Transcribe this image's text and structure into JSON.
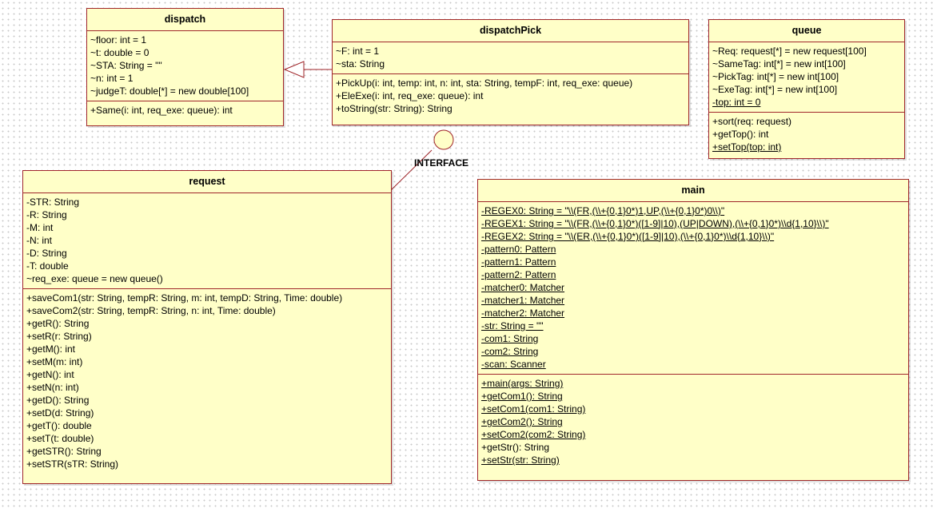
{
  "classes": {
    "dispatch": {
      "name": "dispatch",
      "attributes": [
        {
          "text": "~floor: int = 1",
          "static": false
        },
        {
          "text": "~t: double = 0",
          "static": false
        },
        {
          "text": "~STA: String = \"\"",
          "static": false
        },
        {
          "text": "~n: int = 1",
          "static": false
        },
        {
          "text": "~judgeT: double[*] = new double[100]",
          "static": false
        }
      ],
      "operations": [
        {
          "text": "+Same(i: int, req_exe: queue): int",
          "static": false
        }
      ]
    },
    "dispatchPick": {
      "name": "dispatchPick",
      "attributes": [
        {
          "text": "~F: int = 1",
          "static": false
        },
        {
          "text": "~sta: String",
          "static": false
        }
      ],
      "operations": [
        {
          "text": "+PickUp(i: int, temp: int, n: int, sta: String, tempF: int, req_exe: queue)",
          "static": false
        },
        {
          "text": "+EleExe(i: int, req_exe: queue): int",
          "static": false
        },
        {
          "text": "+toString(str: String): String",
          "static": false
        }
      ]
    },
    "queue": {
      "name": "queue",
      "attributes": [
        {
          "text": "~Req: request[*] = new request[100]",
          "static": false
        },
        {
          "text": "~SameTag: int[*] = new int[100]",
          "static": false
        },
        {
          "text": "~PickTag: int[*] = new int[100]",
          "static": false
        },
        {
          "text": "~ExeTag: int[*] = new int[100]",
          "static": false
        },
        {
          "text": "-top: int = 0",
          "static": true
        }
      ],
      "operations": [
        {
          "text": "+sort(req: request)",
          "static": false
        },
        {
          "text": "+getTop(): int",
          "static": false
        },
        {
          "text": "+setTop(top: int)",
          "static": true
        }
      ]
    },
    "request": {
      "name": "request",
      "attributes": [
        {
          "text": "-STR: String",
          "static": false
        },
        {
          "text": "-R: String",
          "static": false
        },
        {
          "text": "-M: int",
          "static": false
        },
        {
          "text": "-N: int",
          "static": false
        },
        {
          "text": "-D: String",
          "static": false
        },
        {
          "text": "-T: double",
          "static": false
        },
        {
          "text": "~req_exe: queue = new queue()",
          "static": false
        }
      ],
      "operations": [
        {
          "text": "+saveCom1(str: String, tempR: String, m: int, tempD: String, Time: double)",
          "static": false
        },
        {
          "text": "+saveCom2(str: String, tempR: String, n: int, Time: double)",
          "static": false
        },
        {
          "text": "+getR(): String",
          "static": false
        },
        {
          "text": "+setR(r: String)",
          "static": false
        },
        {
          "text": "+getM(): int",
          "static": false
        },
        {
          "text": "+setM(m: int)",
          "static": false
        },
        {
          "text": "+getN(): int",
          "static": false
        },
        {
          "text": "+setN(n: int)",
          "static": false
        },
        {
          "text": "+getD(): String",
          "static": false
        },
        {
          "text": "+setD(d: String)",
          "static": false
        },
        {
          "text": "+getT(): double",
          "static": false
        },
        {
          "text": "+setT(t: double)",
          "static": false
        },
        {
          "text": "+getSTR(): String",
          "static": false
        },
        {
          "text": "+setSTR(sTR: String)",
          "static": false
        }
      ]
    },
    "main": {
      "name": "main",
      "attributes": [
        {
          "text": "-REGEX0: String = \"\\\\(FR,(\\\\+{0,1}0*)1,UP,(\\\\+{0,1}0*)0\\\\)\"",
          "static": true
        },
        {
          "text": "-REGEX1: String = \"\\\\(FR,(\\\\+{0,1}0*)([1-9]|10),(UP|DOWN),(\\\\+{0,1}0*)\\\\d{1,10}\\\\)\"",
          "static": true
        },
        {
          "text": "-REGEX2: String = \"\\\\(ER,(\\\\+{0,1}0*)([1-9]|10),(\\\\+{0,1}0*)\\\\d{1,10}\\\\)\"",
          "static": true
        },
        {
          "text": "-pattern0: Pattern",
          "static": true
        },
        {
          "text": "-pattern1: Pattern",
          "static": true
        },
        {
          "text": "-pattern2: Pattern",
          "static": true
        },
        {
          "text": "-matcher0: Matcher",
          "static": true
        },
        {
          "text": "-matcher1: Matcher",
          "static": true
        },
        {
          "text": "-matcher2: Matcher",
          "static": true
        },
        {
          "text": "-str: String = \"\"",
          "static": true
        },
        {
          "text": "-com1: String",
          "static": true
        },
        {
          "text": "-com2: String",
          "static": true
        },
        {
          "text": "-scan: Scanner",
          "static": true
        }
      ],
      "operations": [
        {
          "text": "+main(args: String)",
          "static": true
        },
        {
          "text": "+getCom1(): String",
          "static": true
        },
        {
          "text": "+setCom1(com1: String)",
          "static": true
        },
        {
          "text": "+getCom2(): String",
          "static": true
        },
        {
          "text": "+setCom2(com2: String)",
          "static": true
        },
        {
          "text": "+getStr(): String",
          "static": false
        },
        {
          "text": "+setStr(str: String)",
          "static": true
        }
      ]
    }
  },
  "interface": {
    "label": "INTERFACE"
  },
  "colors": {
    "border": "#a0262a",
    "fill": "#ffffc8",
    "line": "#a0262a"
  }
}
